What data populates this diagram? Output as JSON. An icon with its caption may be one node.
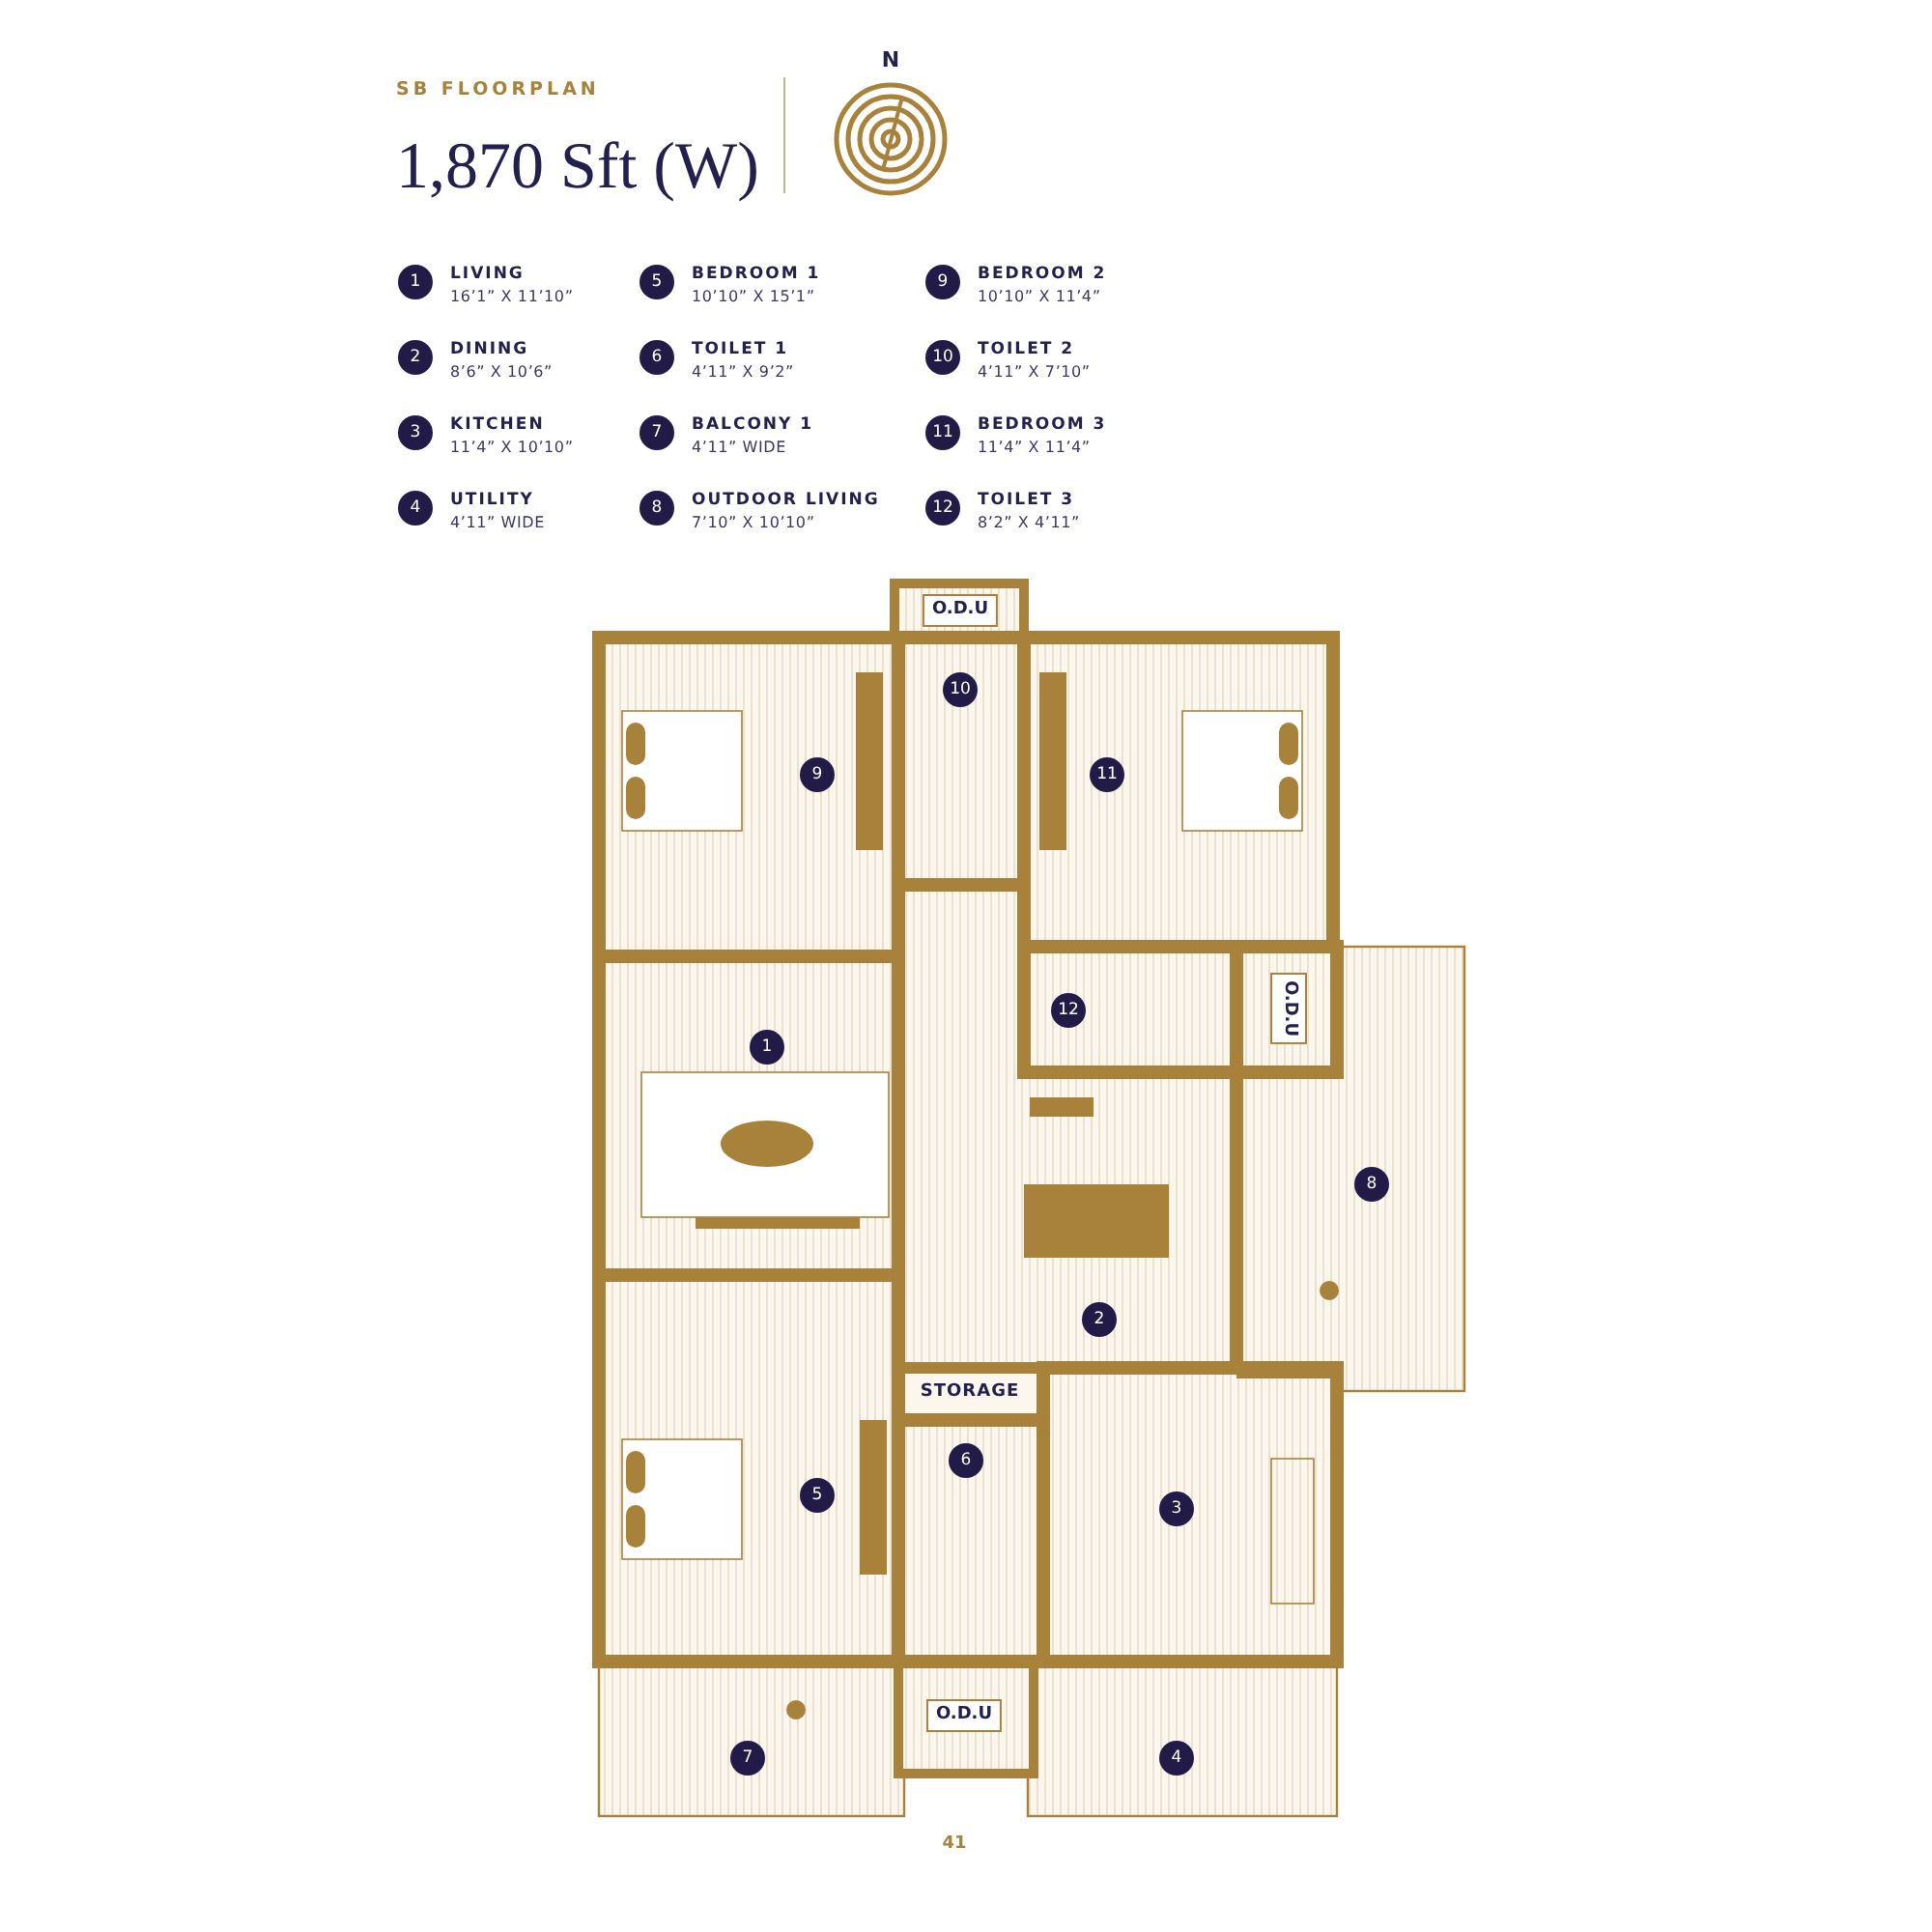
{
  "diagram": {
    "title": "1,870 Sft (W)",
    "labels": [
      "SB FLOORPLAN",
      "N",
      "1",
      "LIVING",
      "16’1” X 11’10”",
      "2",
      "DINING",
      "8’6” X 10’6”",
      "3",
      "KITCHEN",
      "11’4” X 10’10”",
      "4",
      "UTILITY",
      "4’11” WIDE",
      "5",
      "BEDROOM 1",
      "10’10” X 15’1”",
      "6",
      "TOILET 1",
      "4’11” X 9’2”",
      "7",
      "BALCONY 1",
      "4’11” WIDE",
      "8",
      "OUTDOOR LIVING",
      "7’10” X 10’10”",
      "9",
      "BEDROOM 2",
      "10’10” X 11’4”",
      "10",
      "TOILET 2",
      "4’11” X 7’10”",
      "11",
      "BEDROOM 3",
      "11’4” X 11’4”",
      "12",
      "TOILET 3",
      "8’2” X 4’11”",
      "O.D.U",
      "10",
      "9",
      "11",
      "12",
      "O.D.U",
      "1",
      "8",
      "2",
      "STORAGE",
      "6",
      "5",
      "3",
      "O.D.U",
      "7",
      "4",
      "41"
    ]
  }
}
